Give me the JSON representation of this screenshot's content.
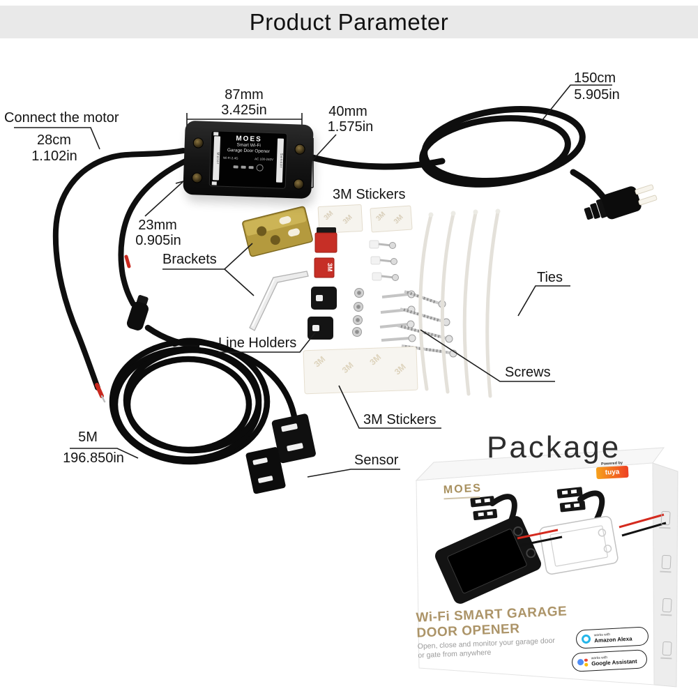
{
  "title": "Product Parameter",
  "annotations": {
    "connect_motor": {
      "label": "Connect the motor",
      "value_cm": "28cm",
      "value_in": "1.102in"
    },
    "device_width": {
      "mm": "87mm",
      "in": "3.425in"
    },
    "device_height": {
      "mm": "40mm",
      "in": "1.575in"
    },
    "device_depth": {
      "mm": "23mm",
      "in": "0.905in"
    },
    "power_cable": {
      "cm": "150cm",
      "in": "5.905in"
    },
    "sensor_cable": {
      "m": "5M",
      "in": "196.850in"
    },
    "stickers_top": "3M Stickers",
    "brackets": "Brackets",
    "line_holders": "Line Holders",
    "ties": "Ties",
    "screws": "Screws",
    "stickers_bottom": "3M Stickers",
    "sensor": "Sensor"
  },
  "sticker_text": "3M",
  "device_label": {
    "brand": "MOES",
    "line1": "Smart Wi-Fi",
    "line2": "Garage Door Opener",
    "spec1": "Wi-Fi 2.4G",
    "spec2": "AC 100-240V",
    "port_left": "Motor",
    "port_right": "Sensor"
  },
  "package": {
    "heading": "Package",
    "box": {
      "brand": "MOES",
      "powered_by": "Powered by",
      "platform": "tuya",
      "product_title_line1": "Wi-Fi SMART GARAGE",
      "product_title_line2": "DOOR OPENER",
      "tagline_line1": "Open, close and monitor your garage door",
      "tagline_line2": "or gate from anywhere",
      "badges": [
        {
          "prefix": "works with",
          "name": "Amazon Alexa"
        },
        {
          "prefix": "works with",
          "name": "Google Assistant"
        }
      ]
    }
  },
  "colors": {
    "banner_gray": "#e9e9e9",
    "brand_gold": "#ac9468",
    "tuya_orange": "#ee4023",
    "sticker_red": "#c62f26",
    "alexa_blue": "#25b6e9"
  }
}
